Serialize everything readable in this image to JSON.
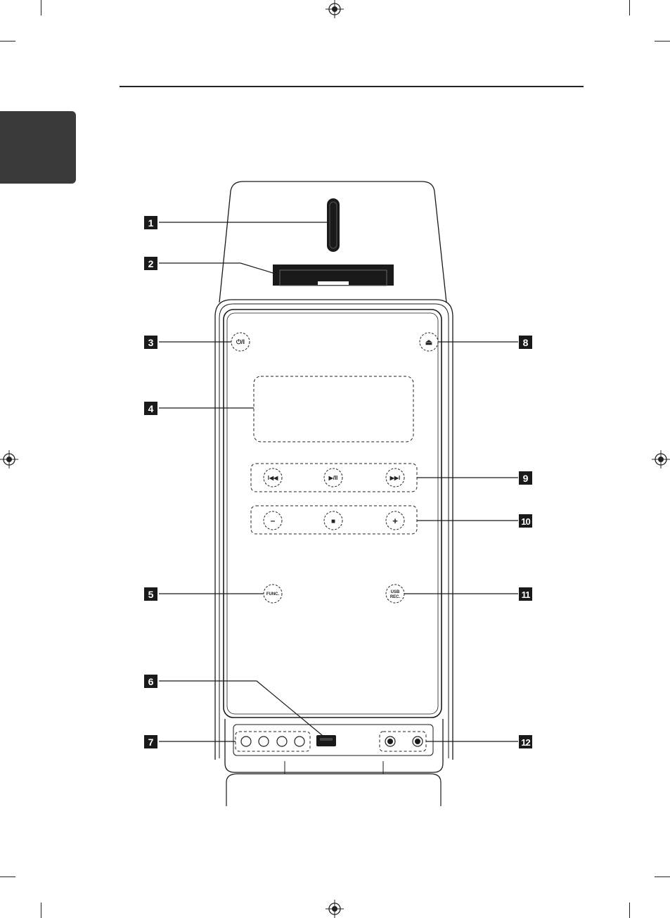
{
  "labels": {
    "n1": "1",
    "n2": "2",
    "n3": "3",
    "n4": "4",
    "n5": "5",
    "n6": "6",
    "n7": "7",
    "n8": "8",
    "n9": "9",
    "n10": "10",
    "n11": "11",
    "n12": "12"
  },
  "buttons": {
    "power": "⏻/I",
    "eject": "⏏",
    "prev": "I◀◀",
    "play_pause": "▶/II",
    "next": "▶▶I",
    "vol_down": "–",
    "stop": "■",
    "vol_up": "+",
    "func": "FUNC.",
    "usb_rec_line1": "USB",
    "usb_rec_line2": "REC."
  },
  "colors": {
    "ink": "#1a1a1a",
    "side_tab": "#3a3a3a"
  }
}
